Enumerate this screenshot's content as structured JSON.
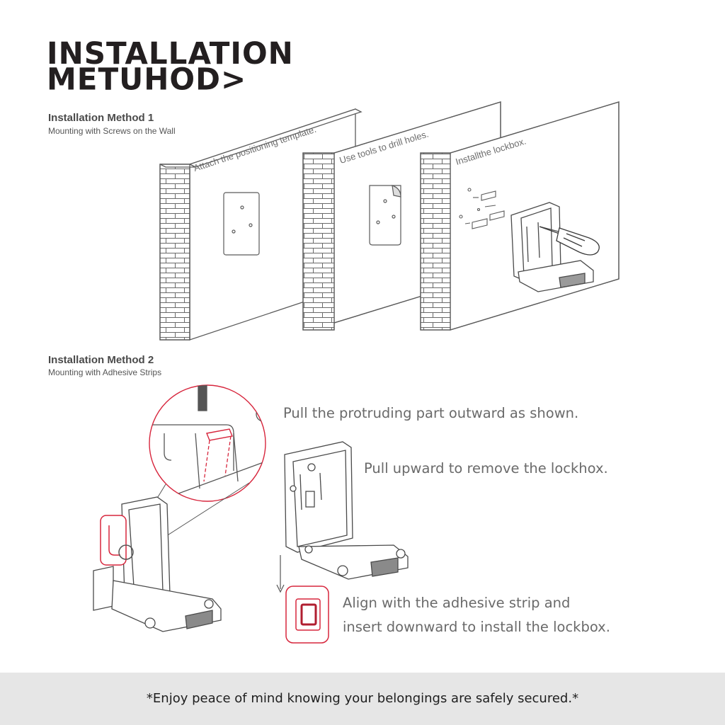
{
  "title": {
    "line1": "INSTALLATION",
    "line2": "METUHOD>"
  },
  "method1": {
    "heading": "Installation Method 1",
    "subheading": "Mounting with Screws on the Wall",
    "steps": [
      {
        "label": "Attach the positioning template."
      },
      {
        "label": "Use tools to drill holes."
      },
      {
        "label": "Installthe lockbox."
      }
    ]
  },
  "method2": {
    "heading": "Installation Method 2",
    "subheading": "Mounting with Adhesive Strips",
    "steps": [
      {
        "line1": "Pull the protruding part outward as shown."
      },
      {
        "line1": "Pull upward to remove the lockhox."
      },
      {
        "line1": "Align with the adhesive strip and",
        "line2": "insert downward to install the lockbox."
      }
    ]
  },
  "footer": {
    "text": "*Enjoy peace of mind knowing your belongings are safely secured.*"
  },
  "colors": {
    "ink": "#231f20",
    "line": "#5a5a5a",
    "accent_red": "#d7263d",
    "footer_bg": "#e6e6e6"
  }
}
